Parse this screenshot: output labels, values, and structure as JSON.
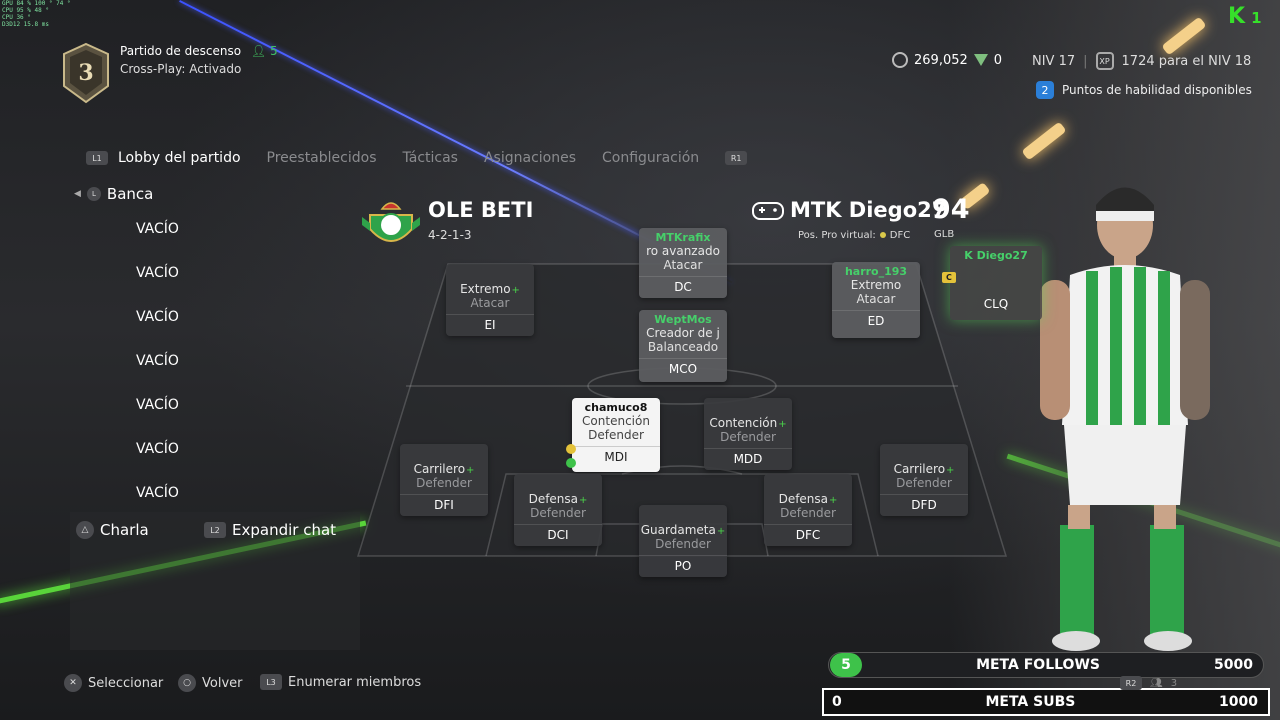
{
  "header": {
    "division": "3",
    "match_type": "Partido de descenso",
    "player_count": "5",
    "crossplay": "Cross-Play: Activado",
    "coins": "269,052",
    "points": "0",
    "level": "NIV 17",
    "xp_to_next": "1724 para el NIV 18",
    "skill_points_count": "2",
    "skill_points_label": "Puntos de habilidad disponibles",
    "overlay_logo": "K",
    "overlay_count": "1"
  },
  "perf_overlay": {
    "rows": [
      "GPU 84 % 100 ° 74 °",
      "CPU 95 % 48 °",
      "CPU 36 °",
      "D3D12 15.8 ms"
    ]
  },
  "tabs": {
    "left_button": "L1",
    "right_button": "R1",
    "items": [
      {
        "label": "Lobby del partido",
        "active": true
      },
      {
        "label": "Preestablecidos",
        "active": false
      },
      {
        "label": "Tácticas",
        "active": false
      },
      {
        "label": "Asignaciones",
        "active": false
      },
      {
        "label": "Configuración",
        "active": false
      }
    ]
  },
  "bench": {
    "title": "Banca",
    "button": "L",
    "slots": [
      "VACÍO",
      "VACÍO",
      "VACÍO",
      "VACÍO",
      "VACÍO",
      "VACÍO",
      "VACÍO"
    ]
  },
  "chat": {
    "chat_button": "△",
    "chat_label": "Charla",
    "expand_button": "L2",
    "expand_label": "Expandir chat"
  },
  "team": {
    "name": "OLE BETI",
    "formation": "4-2-1-3"
  },
  "user": {
    "name": "MTK Diego27",
    "pos_label": "Pos. Pro virtual:",
    "pos_value": "DFC",
    "rating": "94",
    "rating_label": "GLB"
  },
  "pitch_cards": [
    {
      "id": "dc",
      "player": "MTKrafix",
      "role": "ro avanzado",
      "style": "Atacar",
      "pos": "DC",
      "variant": "grey"
    },
    {
      "id": "ei",
      "player": "",
      "role": "Extremo",
      "style": "Atacar",
      "pos": "EI",
      "variant": "normal",
      "plus": "+"
    },
    {
      "id": "ed",
      "player": "harro_193",
      "role": "Extremo",
      "style": "Atacar",
      "pos": "ED",
      "variant": "grey"
    },
    {
      "id": "clq",
      "player": "K Diego27",
      "role": "",
      "style": "",
      "pos": "CLQ",
      "variant": "glow",
      "captain": "C"
    },
    {
      "id": "mco",
      "player": "WeptMos",
      "role": "Creador de j",
      "style": "Balanceado",
      "pos": "MCO",
      "variant": "grey"
    },
    {
      "id": "mdi",
      "player": "chamuco8",
      "role": "Contención",
      "style": "Defender",
      "pos": "MDI",
      "variant": "white"
    },
    {
      "id": "mdd",
      "player": "",
      "role": "Contención",
      "style": "Defender",
      "pos": "MDD",
      "variant": "normal",
      "plus": "+"
    },
    {
      "id": "dfi",
      "player": "",
      "role": "Carrilero",
      "style": "Defender",
      "pos": "DFI",
      "variant": "normal",
      "plus": "+"
    },
    {
      "id": "dci",
      "player": "",
      "role": "Defensa",
      "style": "Defender",
      "pos": "DCI",
      "variant": "normal",
      "plus": "+"
    },
    {
      "id": "dfc",
      "player": "",
      "role": "Defensa",
      "style": "Defender",
      "pos": "DFC",
      "variant": "normal",
      "plus": "+"
    },
    {
      "id": "dfd",
      "player": "",
      "role": "Carrilero",
      "style": "Defender",
      "pos": "DFD",
      "variant": "normal",
      "plus": "+"
    },
    {
      "id": "po",
      "player": "",
      "role": "Guardameta",
      "style": "Defender",
      "pos": "PO",
      "variant": "normal",
      "plus": "+"
    }
  ],
  "bottom_bar": {
    "select_label": "Seleccionar",
    "back_label": "Volver",
    "members_button": "L3",
    "members_label": "Enumerar miembros",
    "small_counter_button": "R2",
    "small_counter": "3"
  },
  "meta_follows": {
    "current": "5",
    "label": "META FOLLOWS",
    "goal": "5000"
  },
  "meta_subs": {
    "current": "0",
    "label": "META SUBS",
    "goal": "1000"
  },
  "colors": {
    "accent_green": "#46d06a",
    "background": "#1c1d20",
    "card": "#3a3b3e",
    "meta_green": "#3ec24a"
  }
}
